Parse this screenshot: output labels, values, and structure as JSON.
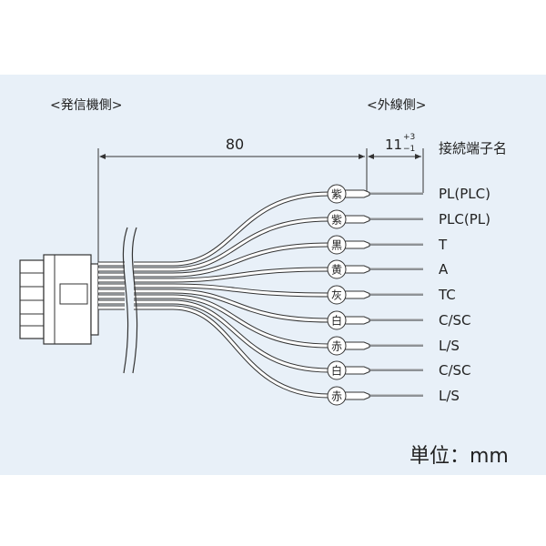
{
  "labels": {
    "left_side": "<発信機側>",
    "right_side": "<外線側>",
    "dim_main": "80",
    "dim_end": "11",
    "tol_plus": "+3",
    "tol_minus": "−1",
    "terminal_header": "接続端子名",
    "unit": "単位：mm"
  },
  "wires": [
    {
      "color_mark": "紫",
      "terminal": "PL(PLC)"
    },
    {
      "color_mark": "紫",
      "terminal": "PLC(PL)"
    },
    {
      "color_mark": "黒",
      "terminal": "T"
    },
    {
      "color_mark": "黄",
      "terminal": "A"
    },
    {
      "color_mark": "灰",
      "terminal": "TC"
    },
    {
      "color_mark": "白",
      "terminal": "C/SC"
    },
    {
      "color_mark": "赤",
      "terminal": "L/S"
    },
    {
      "color_mark": "白",
      "terminal": "C/SC"
    },
    {
      "color_mark": "赤",
      "terminal": "L/S"
    }
  ],
  "colors": {
    "panel": "#e8f0f8",
    "line": "#333333",
    "wire_fill": "#ffffff"
  }
}
